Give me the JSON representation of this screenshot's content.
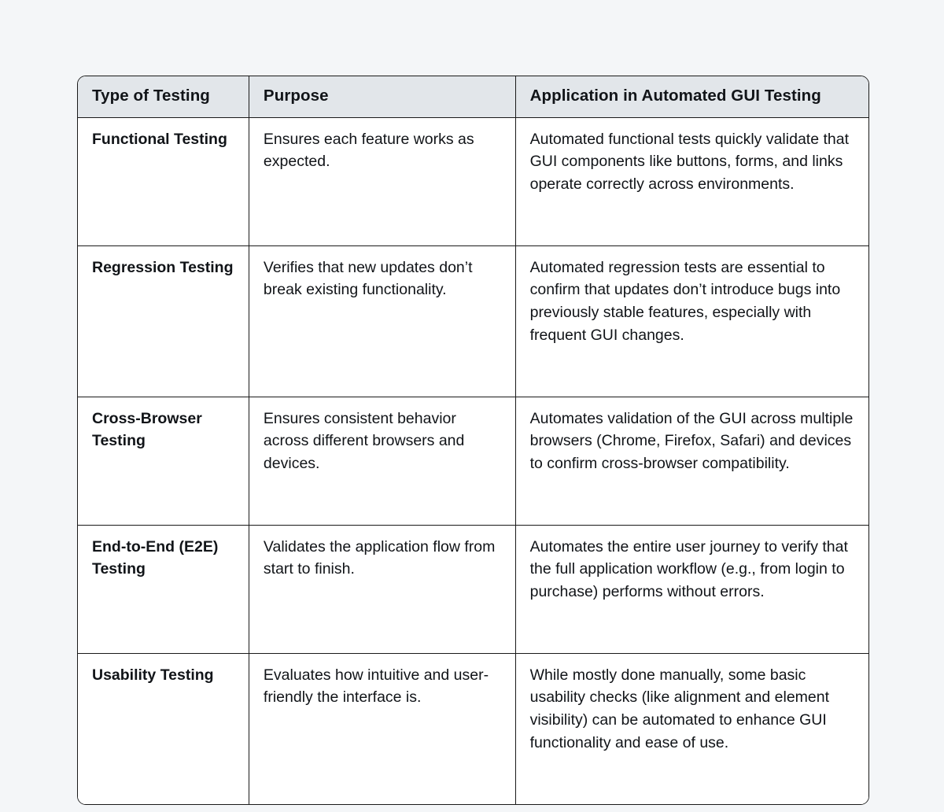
{
  "page": {
    "background_color": "#f4f6f8",
    "table_border_color": "#1a1a1a",
    "header_background_color": "#e2e6ea",
    "text_color": "#111418"
  },
  "table": {
    "headers": [
      "Type of Testing",
      "Purpose",
      "Application in Automated GUI Testing"
    ],
    "rows": [
      {
        "type": "Functional Testing",
        "purpose": "Ensures each feature works as expected.",
        "application": "Automated functional tests quickly validate that GUI components like buttons, forms, and links operate correctly across environments."
      },
      {
        "type": "Regression Testing",
        "purpose": "Verifies that new updates don’t break existing functionality.",
        "application": "Automated regression tests are essential to confirm that updates don’t introduce bugs into previously stable features, especially with frequent GUI changes."
      },
      {
        "type": "Cross-Browser Testing",
        "purpose": "Ensures consistent behavior across different browsers and devices.",
        "application": "Automates validation of the GUI across multiple browsers (Chrome, Firefox, Safari) and devices to confirm cross-browser compatibility."
      },
      {
        "type": "End-to-End (E2E) Testing",
        "purpose": "Validates the application flow from start to finish.",
        "application": "Automates the entire user journey to verify that the full application workflow (e.g., from login to purchase) performs without errors."
      },
      {
        "type": "Usability Testing",
        "purpose": "Evaluates how intuitive and user-friendly the interface is.",
        "application": "While mostly done manually, some basic usability checks (like alignment and element visibility) can be automated to enhance GUI functionality and ease of use."
      }
    ]
  }
}
